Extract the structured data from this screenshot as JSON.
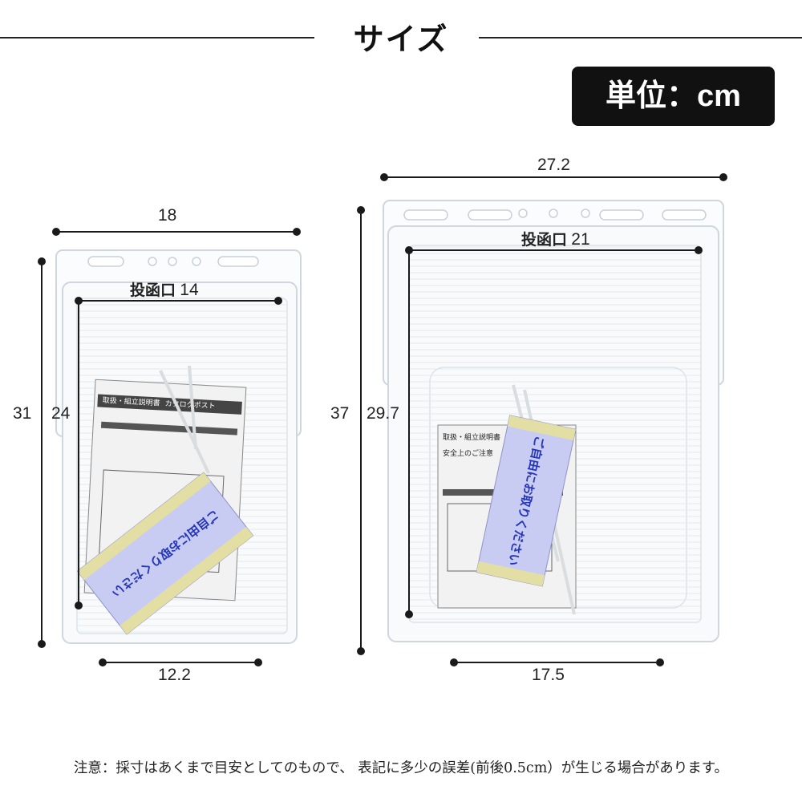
{
  "header": {
    "title": "サイズ",
    "unit_label": "単位：cm"
  },
  "small_product": {
    "width_top": "18",
    "slot_label": "投函口",
    "slot_width": "14",
    "height_outer": "31",
    "height_inner": "24",
    "width_bottom": "12.2",
    "card_text": "ご自由にお取りください",
    "manual_title": "取扱・組立説明書",
    "manual_subtitle": "カタログポスト"
  },
  "large_product": {
    "width_top": "27.2",
    "slot_label": "投函口",
    "slot_width": "21",
    "height_outer": "37",
    "height_inner": "29.7",
    "width_bottom": "17.5",
    "card_text": "ご自由にお取りください",
    "manual_title": "取扱・組立説明書",
    "manual_subtitle": "安全上のご注意"
  },
  "footer": {
    "note": "注意：採寸はあくまで目安としてのもので、 表記に多少の誤差(前後0.5cm）が生じる場合があります。"
  },
  "colors": {
    "line": "#1a1a1a",
    "card_fill": "#c8cbf2",
    "card_stripe": "#e3dfa4",
    "card_text": "#2536b8",
    "acrylic_edge": "#cfd6de"
  }
}
